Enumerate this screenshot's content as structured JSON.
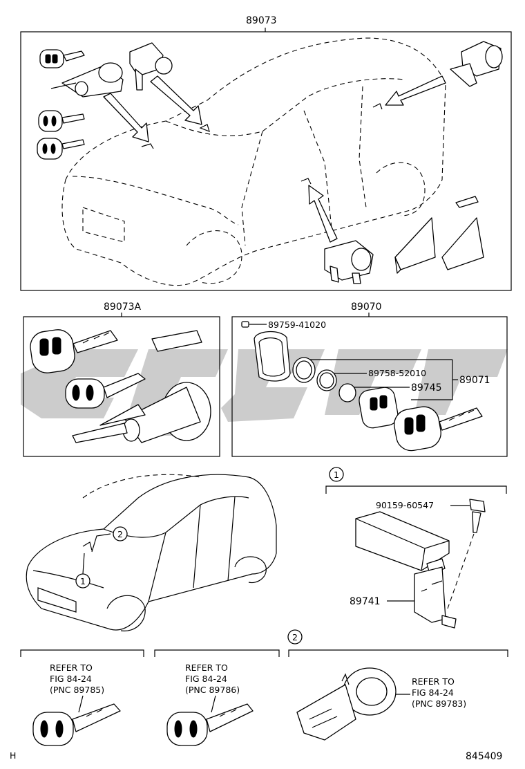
{
  "sections": {
    "top": {
      "part_no": "89073"
    },
    "left_mid": {
      "part_no": "89073A"
    },
    "right_mid": {
      "part_no": "89070",
      "screw": "89759-41020",
      "cover": "89758-52010",
      "battery": "89745",
      "transmitter": "89071"
    },
    "ecu": {
      "ref_marker": "1",
      "bolt": "90159-60547",
      "unit": "89741"
    },
    "car_markers": {
      "marker_1": "1",
      "marker_2": "2"
    },
    "bottom": {
      "panel_a": {
        "line1": "REFER TO",
        "line2": "FIG 84-24",
        "line3": "(PNC 89785)"
      },
      "panel_b": {
        "line1": "REFER TO",
        "line2": "FIG 84-24",
        "line3": "(PNC 89786)"
      },
      "panel_c": {
        "ref_marker": "2",
        "line1": "REFER TO",
        "line2": "FIG 84-24",
        "line3": "(PNC 89783)"
      }
    }
  },
  "footer": {
    "left_mark": "H",
    "figure_no": "845409"
  }
}
